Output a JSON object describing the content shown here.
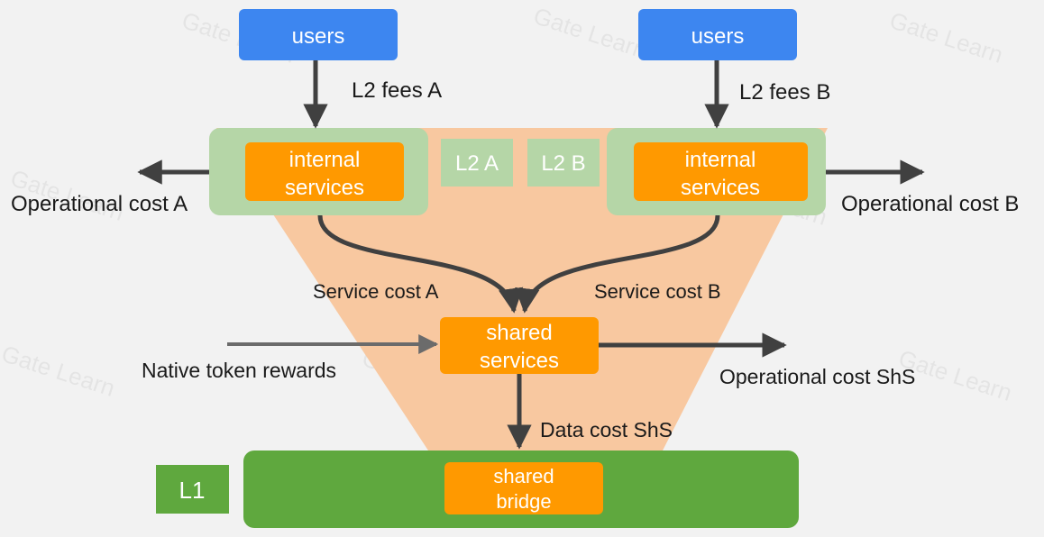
{
  "watermark": "Gate Learn",
  "colors": {
    "background": "#f2f2f2",
    "users_box": "#3d86f0",
    "l2_zone": "#b5d6a7",
    "service_box": "#ff9900",
    "trapezoid": "#f8c8a0",
    "l1_bar": "#5fa83e",
    "arrow_dark": "#404040",
    "arrow_gray": "#6b6b6b"
  },
  "nodes": {
    "users_a": "users",
    "users_b": "users",
    "internal_a_line1": "internal",
    "internal_a_line2": "services",
    "internal_b_line1": "internal",
    "internal_b_line2": "services",
    "l2a_tag": "L2 A",
    "l2b_tag": "L2 B",
    "shared_services_line1": "shared",
    "shared_services_line2": "services",
    "shared_bridge_line1": "shared",
    "shared_bridge_line2": "bridge",
    "l1_tag": "L1"
  },
  "flows": {
    "l2_fees_a": "L2 fees A",
    "l2_fees_b": "L2 fees B",
    "operational_cost_a": "Operational cost A",
    "operational_cost_b": "Operational cost B",
    "service_cost_a": "Service cost A",
    "service_cost_b": "Service cost B",
    "native_token_rewards": "Native token rewards",
    "operational_cost_shs": "Operational cost ShS",
    "data_cost_shs": "Data cost ShS"
  }
}
